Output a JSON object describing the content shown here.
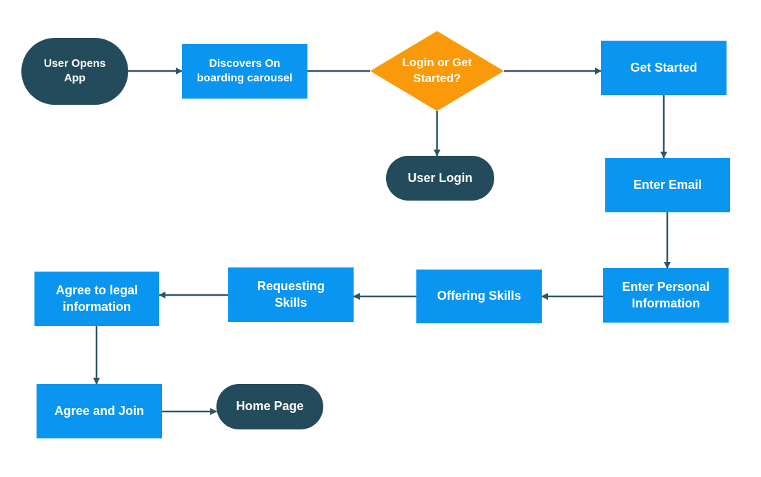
{
  "nodes": {
    "user_opens_app": "User Opens App",
    "discovers_onboarding": "Discovers On boarding carousel",
    "login_or_get_started": "Login or Get Started?",
    "user_login": "User Login",
    "get_started": "Get Started",
    "enter_email": "Enter Email",
    "enter_personal_information": "Enter Personal Information",
    "offering_skills": "Offering Skills",
    "requesting_skills": "Requesting Skills",
    "agree_legal": "Agree to legal information",
    "agree_and_join": "Agree and Join",
    "home_page": "Home Page"
  },
  "colors": {
    "process": "#0a96f0",
    "terminal": "#244b5b",
    "decision": "#fa9a0a",
    "connector": "#2e5566"
  }
}
